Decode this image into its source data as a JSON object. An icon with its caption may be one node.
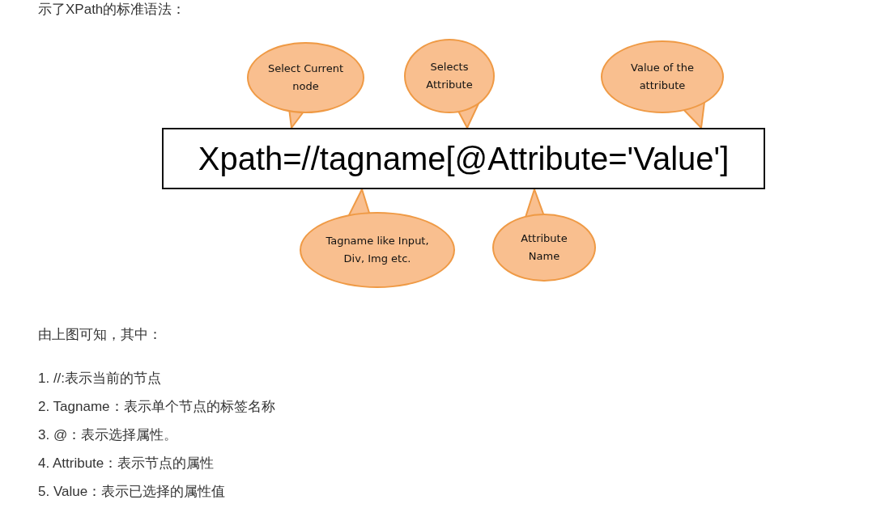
{
  "diagram": {
    "nodes": [
      {
        "text": [
          "Select Current node"
        ]
      },
      {
        "text": [
          "Selects Attribute"
        ]
      },
      {
        "text": [
          "Value of the attribute"
        ]
      },
      {
        "text": [
          "Xpath=//tagname[@Attribute='Value']"
        ]
      },
      {
        "text": [
          "Tagname like Input, Div, Img etc."
        ]
      },
      {
        "text": [
          "Attribute Name"
        ]
      }
    ],
    "edges": [
      {
        "from": 0,
        "to": 3,
        "arrow": "to"
      },
      {
        "from": 1,
        "to": 3,
        "arrow": "to"
      },
      {
        "from": 2,
        "to": 3,
        "arrow": "to"
      },
      {
        "from": 4,
        "to": 3,
        "arrow": "to"
      },
      {
        "from": 5,
        "to": 3,
        "arrow": "to"
      }
    ],
    "labels": [
      "示了XPath的标准语法：",
      "由上图可知，其中：",
      "1. //:表示当前的节点",
      "2. Tagname：表示单个节点的标签名称",
      "3. @：表示选择属性。",
      "4. Attribute：表示节点的属性",
      "5. Value：表示已选择的属性值"
    ]
  }
}
